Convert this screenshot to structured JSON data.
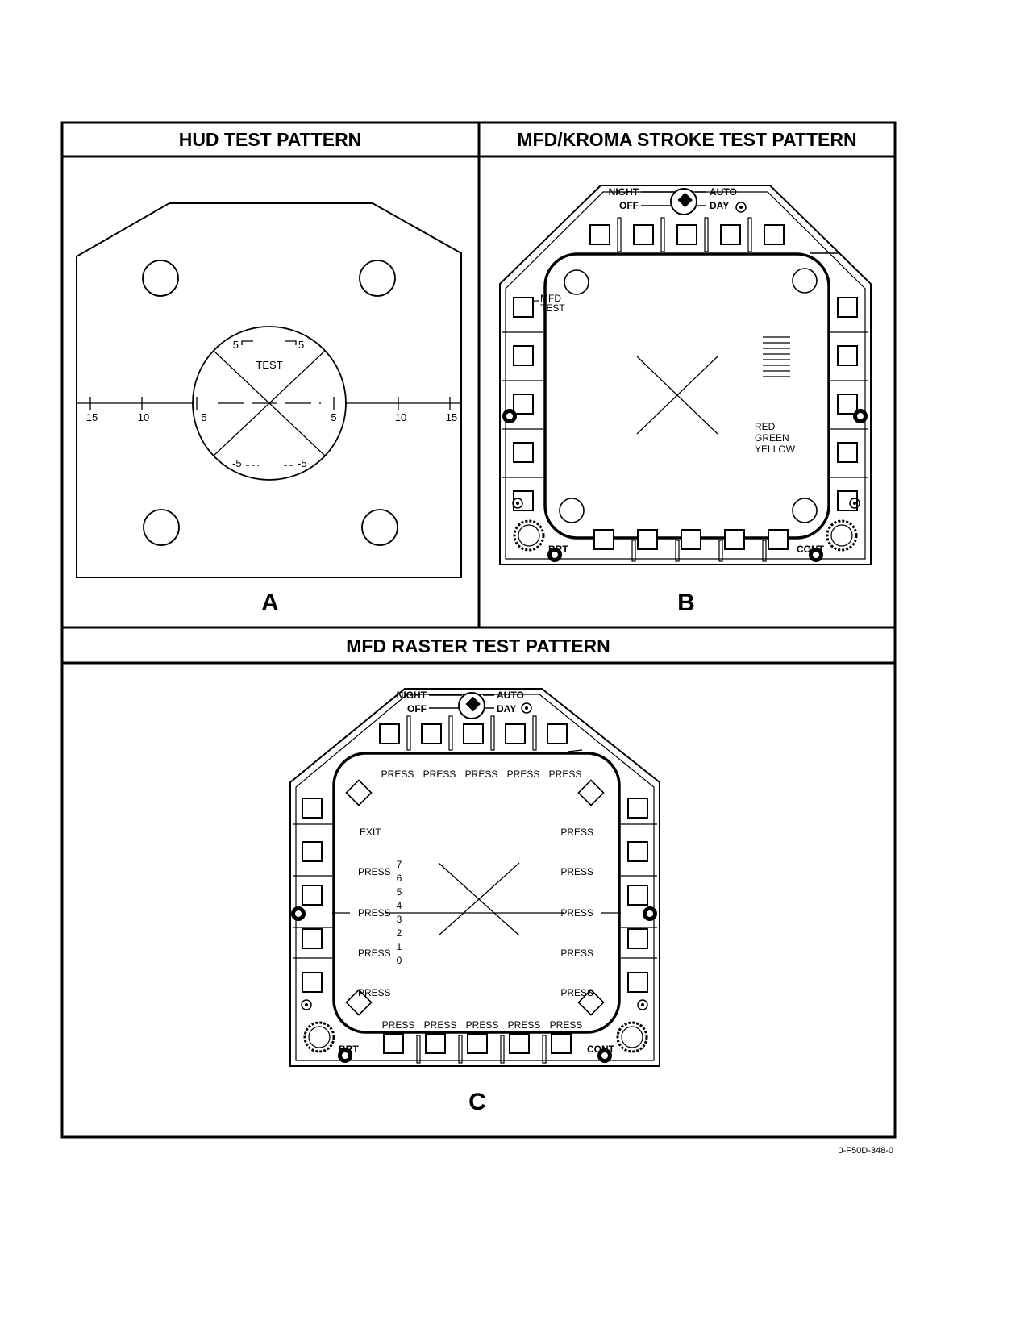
{
  "headers": {
    "hud": "HUD TEST PATTERN",
    "stroke": "MFD/KROMA STROKE TEST PATTERN",
    "raster": "MFD RASTER TEST PATTERN"
  },
  "panel_letters": {
    "a": "A",
    "b": "B",
    "c": "C"
  },
  "hud": {
    "test_label": "TEST",
    "scale_left": [
      "15",
      "10",
      "5"
    ],
    "scale_right": [
      "5",
      "10",
      "15"
    ],
    "pitch_top_left": "5",
    "pitch_top_right": "5",
    "pitch_bottom_left": "-5",
    "pitch_bottom_right": "-5"
  },
  "bezel": {
    "night": "NIGHT",
    "off": "OFF",
    "auto": "AUTO",
    "day": "DAY",
    "brt": "BRT",
    "cont": "CONT"
  },
  "stroke": {
    "mfd_test": [
      "MFD",
      "TEST"
    ],
    "colors": [
      "RED",
      "GREEN",
      "YELLOW"
    ]
  },
  "raster": {
    "press": "PRESS",
    "exit": "EXIT",
    "gray_scale": [
      "7",
      "6",
      "5",
      "4",
      "3",
      "2",
      "1",
      "0"
    ]
  },
  "figure_id": "0-F50D-348-0"
}
